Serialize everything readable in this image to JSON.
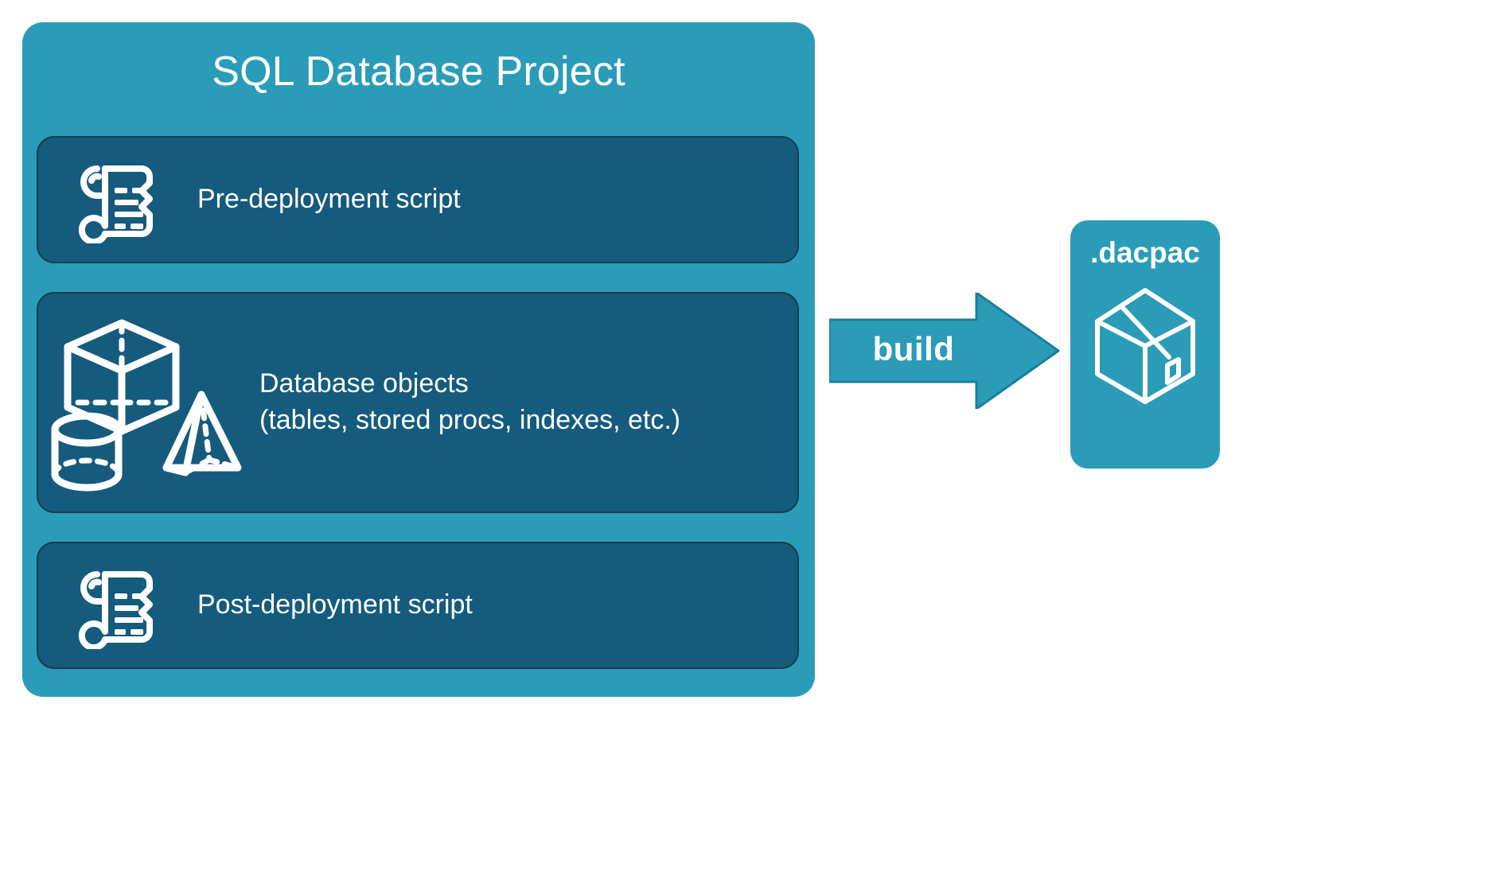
{
  "diagram": {
    "title": "SQL Database Project build diagram",
    "background_color": "#FFFFFF"
  },
  "colors": {
    "container_teal": "#2B9CB8",
    "panel_dark_blue": "#155B7D",
    "panel_border": "#123E52",
    "icon_white": "#FFFFFF",
    "text_white": "#FFFFFF"
  },
  "project": {
    "title": "SQL Database Project",
    "panels": [
      {
        "id": "pre-deployment",
        "label": "Pre-deployment script",
        "icon": "scroll-icon"
      },
      {
        "id": "database-objects",
        "label": "Database objects\n(tables, stored procs, indexes, etc.)",
        "label_line_1": "Database objects",
        "label_line_2": "(tables, stored procs, indexes, etc.)",
        "icons": [
          "cube-icon",
          "pyramid-icon",
          "cylinder-icon"
        ]
      },
      {
        "id": "post-deployment",
        "label": "Post-deployment script",
        "icon": "scroll-icon"
      }
    ]
  },
  "arrow": {
    "label": "build",
    "direction": "right",
    "color": "#2B9CB8"
  },
  "output": {
    "title": ".dacpac",
    "icon": "package-box-icon",
    "color": "#2B9CB8"
  }
}
